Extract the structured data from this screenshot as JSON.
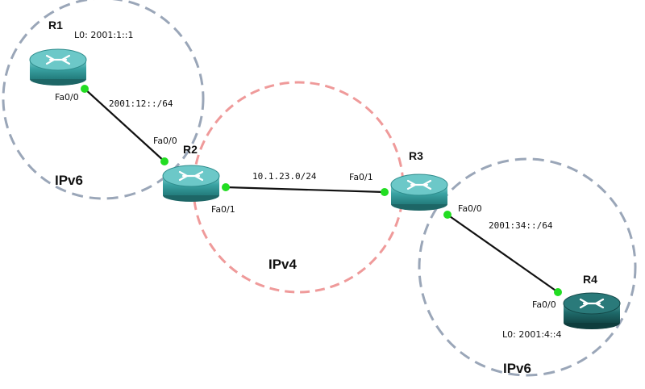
{
  "routers": [
    {
      "name": "R1",
      "loopback": "L0: 2001:1::1",
      "color": "#3aa3a3"
    },
    {
      "name": "R2",
      "color": "#3aa3a3"
    },
    {
      "name": "R3",
      "color": "#3aa3a3"
    },
    {
      "name": "R4",
      "loopback": "L0: 2001:4::4",
      "color": "#1f6b6b"
    }
  ],
  "interfaces": {
    "r1_fa00": "Fa0/0",
    "r2_fa00": "Fa0/0",
    "r2_fa01": "Fa0/1",
    "r3_fa01": "Fa0/1",
    "r3_fa00": "Fa0/0",
    "r4_fa00": "Fa0/0"
  },
  "links": [
    {
      "network": "2001:12::/64"
    },
    {
      "network": "10.1.23.0/24"
    },
    {
      "network": "2001:34::/64"
    }
  ],
  "zones": [
    {
      "label": "IPv6",
      "color": "#9aa6b8"
    },
    {
      "label": "IPv4",
      "color": "#ef9a9a"
    },
    {
      "label": "IPv6",
      "color": "#9aa6b8"
    }
  ],
  "colors": {
    "link": "#111111",
    "port": "#22dd22",
    "router_icon": "router-icon"
  }
}
